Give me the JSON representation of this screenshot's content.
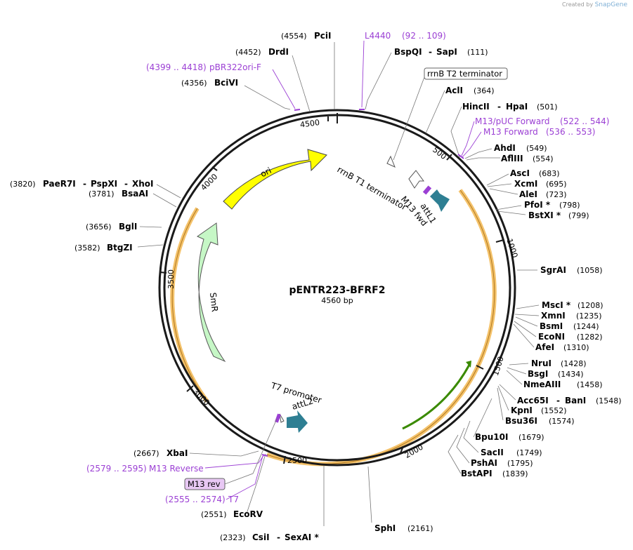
{
  "credit": {
    "text": "Created by",
    "brand": "SnapGene"
  },
  "plasmid": {
    "name": "pENTR223-BFRF2",
    "length": "4560 bp"
  },
  "colors": {
    "backbone": "#1a1a1a",
    "feature_yellow": "#ffff00",
    "feature_green": "#c6f7c6",
    "teal": "#2e7f93",
    "primer": "#9b3fd4",
    "orange_band": "#f4c26a",
    "orf_line": "#58b000"
  },
  "ticks": [
    "500",
    "1000",
    "1500",
    "2000",
    "2500",
    "3000",
    "3500",
    "4000",
    "4500"
  ],
  "features": [
    {
      "name": "ori"
    },
    {
      "name": "SmR"
    },
    {
      "name": "rrnB T1 terminator"
    },
    {
      "name": "attL1"
    },
    {
      "name": "M13 fwd"
    },
    {
      "name": "T7 promoter"
    },
    {
      "name": "attL2"
    }
  ],
  "boxed_labels": {
    "rrnb_t2": "rrnB T2 terminator",
    "m13_rev": "M13 rev"
  },
  "enzymes": [
    {
      "id": "pcii",
      "name": "PciI",
      "pos": "(4554)"
    },
    {
      "id": "drdi",
      "name": "DrdI",
      "pos": "(4452)"
    },
    {
      "id": "bcivi",
      "name": "BciVI",
      "pos": "(4356)"
    },
    {
      "id": "bspqi",
      "name": "BspQI",
      "name2": "SapI",
      "pos": "(111)"
    },
    {
      "id": "acli",
      "name": "AclI",
      "pos": "(364)"
    },
    {
      "id": "hincii",
      "name": "HincII",
      "name2": "HpaI",
      "pos": "(501)"
    },
    {
      "id": "ahdi",
      "name": "AhdI",
      "pos": "(549)"
    },
    {
      "id": "aflii",
      "name": "AflIII",
      "pos": "(554)"
    },
    {
      "id": "asci",
      "name": "AscI",
      "pos": "(683)"
    },
    {
      "id": "xcmi",
      "name": "XcmI",
      "pos": "(695)"
    },
    {
      "id": "alei",
      "name": "AleI",
      "pos": "(723)"
    },
    {
      "id": "pfoi",
      "name": "PfoI *",
      "pos": "(798)"
    },
    {
      "id": "bstxi",
      "name": "BstXI *",
      "pos": "(799)"
    },
    {
      "id": "sgrai",
      "name": "SgrAI",
      "pos": "(1058)"
    },
    {
      "id": "msci",
      "name": "MscI *",
      "pos": "(1208)"
    },
    {
      "id": "xmni",
      "name": "XmnI",
      "pos": "(1235)"
    },
    {
      "id": "bsmi",
      "name": "BsmI",
      "pos": "(1244)"
    },
    {
      "id": "econi",
      "name": "EcoNI",
      "pos": "(1282)"
    },
    {
      "id": "afei",
      "name": "AfeI",
      "pos": "(1310)"
    },
    {
      "id": "nrui",
      "name": "NruI",
      "pos": "(1428)"
    },
    {
      "id": "bsgi",
      "name": "BsgI",
      "pos": "(1434)"
    },
    {
      "id": "nmeaiii",
      "name": "NmeAIII",
      "pos": "(1458)"
    },
    {
      "id": "acc65i",
      "name": "Acc65I",
      "name2": "BanI",
      "pos": "(1548)"
    },
    {
      "id": "kpni",
      "name": "KpnI",
      "pos": "(1552)"
    },
    {
      "id": "bsu36i",
      "name": "Bsu36I",
      "pos": "(1574)"
    },
    {
      "id": "bpu10i",
      "name": "Bpu10I",
      "pos": "(1679)"
    },
    {
      "id": "sacii",
      "name": "SacII",
      "pos": "(1749)"
    },
    {
      "id": "pshai",
      "name": "PshAI",
      "pos": "(1795)"
    },
    {
      "id": "bstapi",
      "name": "BstAPI",
      "pos": "(1839)"
    },
    {
      "id": "sphi",
      "name": "SphI",
      "pos": "(2161)"
    },
    {
      "id": "csii",
      "name": "CsiI",
      "name2": "SexAI *",
      "pos": "(2323)"
    },
    {
      "id": "ecorv",
      "name": "EcoRV",
      "pos": "(2551)"
    },
    {
      "id": "xbai",
      "name": "XbaI",
      "pos": "(2667)"
    },
    {
      "id": "btgzi",
      "name": "BtgZI",
      "pos": "(3582)"
    },
    {
      "id": "bgli",
      "name": "BglI",
      "pos": "(3656)"
    },
    {
      "id": "bsaai",
      "name": "BsaAI",
      "pos": "(3781)"
    },
    {
      "id": "paer7i",
      "name": "PaeR7I",
      "name2": "PspXI",
      "name3": "XhoI",
      "pos": "(3820)"
    }
  ],
  "primers": [
    {
      "id": "l4440",
      "name": "L4440",
      "range": "(92 .. 109)"
    },
    {
      "id": "pbr322",
      "name": "pBR322ori-F",
      "range": "(4399 .. 4418)"
    },
    {
      "id": "m13puc",
      "name": "M13/pUC Forward",
      "range": "(522 .. 544)"
    },
    {
      "id": "m13fwd",
      "name": "M13 Forward",
      "range": "(536 .. 553)"
    },
    {
      "id": "m13rev",
      "name": "M13 Reverse",
      "range": "(2579 .. 2595)"
    },
    {
      "id": "t7",
      "name": "T7",
      "range": "(2555 .. 2574)"
    }
  ]
}
